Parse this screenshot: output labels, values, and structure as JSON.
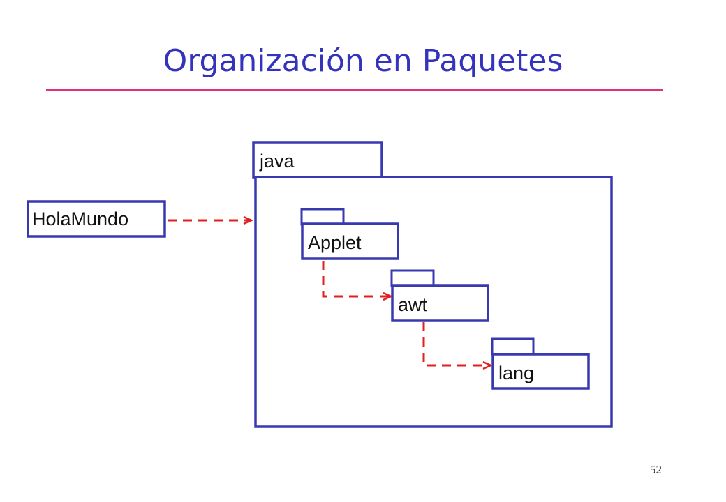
{
  "slide": {
    "title": "Organización en Paquetes",
    "page_number": "52"
  },
  "colors": {
    "title": "#3333bb",
    "rule": "#e0307a",
    "box_stroke": "#3838b0",
    "dependency": "#e02020"
  },
  "diagram": {
    "client": "HolaMundo",
    "container_package": "java",
    "packages": [
      "Applet",
      "awt",
      "lang"
    ]
  }
}
